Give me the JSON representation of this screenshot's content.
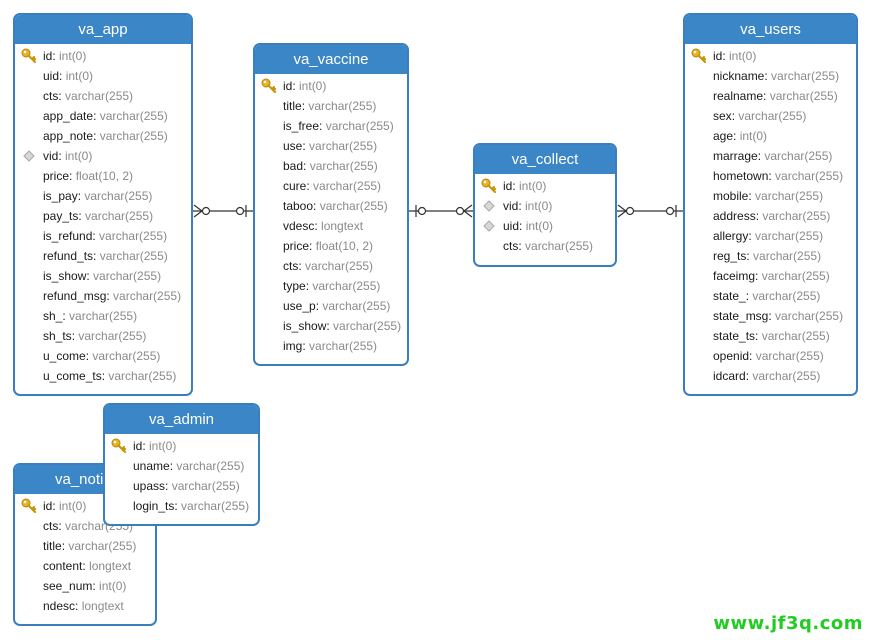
{
  "tables": [
    {
      "key": "va_app",
      "name": "va_app",
      "fields": [
        {
          "name": "id",
          "type": "int(0)",
          "marker": "key"
        },
        {
          "name": "uid",
          "type": "int(0)",
          "marker": ""
        },
        {
          "name": "cts",
          "type": "varchar(255)",
          "marker": ""
        },
        {
          "name": "app_date",
          "type": "varchar(255)",
          "marker": ""
        },
        {
          "name": "app_note",
          "type": "varchar(255)",
          "marker": ""
        },
        {
          "name": "vid",
          "type": "int(0)",
          "marker": "diamond"
        },
        {
          "name": "price",
          "type": "float(10, 2)",
          "marker": ""
        },
        {
          "name": "is_pay",
          "type": "varchar(255)",
          "marker": ""
        },
        {
          "name": "pay_ts",
          "type": "varchar(255)",
          "marker": ""
        },
        {
          "name": "is_refund",
          "type": "varchar(255)",
          "marker": ""
        },
        {
          "name": "refund_ts",
          "type": "varchar(255)",
          "marker": ""
        },
        {
          "name": "is_show",
          "type": "varchar(255)",
          "marker": ""
        },
        {
          "name": "refund_msg",
          "type": "varchar(255)",
          "marker": ""
        },
        {
          "name": "sh_",
          "type": "varchar(255)",
          "marker": ""
        },
        {
          "name": "sh_ts",
          "type": "varchar(255)",
          "marker": ""
        },
        {
          "name": "u_come",
          "type": "varchar(255)",
          "marker": ""
        },
        {
          "name": "u_come_ts",
          "type": "varchar(255)",
          "marker": ""
        }
      ]
    },
    {
      "key": "va_vaccine",
      "name": "va_vaccine",
      "fields": [
        {
          "name": "id",
          "type": "int(0)",
          "marker": "key"
        },
        {
          "name": "title",
          "type": "varchar(255)",
          "marker": ""
        },
        {
          "name": "is_free",
          "type": "varchar(255)",
          "marker": ""
        },
        {
          "name": "use",
          "type": "varchar(255)",
          "marker": ""
        },
        {
          "name": "bad",
          "type": "varchar(255)",
          "marker": ""
        },
        {
          "name": "cure",
          "type": "varchar(255)",
          "marker": ""
        },
        {
          "name": "taboo",
          "type": "varchar(255)",
          "marker": ""
        },
        {
          "name": "vdesc",
          "type": "longtext",
          "marker": ""
        },
        {
          "name": "price",
          "type": "float(10, 2)",
          "marker": ""
        },
        {
          "name": "cts",
          "type": "varchar(255)",
          "marker": ""
        },
        {
          "name": "type",
          "type": "varchar(255)",
          "marker": ""
        },
        {
          "name": "use_p",
          "type": "varchar(255)",
          "marker": ""
        },
        {
          "name": "is_show",
          "type": "varchar(255)",
          "marker": ""
        },
        {
          "name": "img",
          "type": "varchar(255)",
          "marker": ""
        }
      ]
    },
    {
      "key": "va_collect",
      "name": "va_collect",
      "fields": [
        {
          "name": "id",
          "type": "int(0)",
          "marker": "key"
        },
        {
          "name": "vid",
          "type": "int(0)",
          "marker": "diamond"
        },
        {
          "name": "uid",
          "type": "int(0)",
          "marker": "diamond"
        },
        {
          "name": "cts",
          "type": "varchar(255)",
          "marker": ""
        }
      ]
    },
    {
      "key": "va_users",
      "name": "va_users",
      "fields": [
        {
          "name": "id",
          "type": "int(0)",
          "marker": "key"
        },
        {
          "name": "nickname",
          "type": "varchar(255)",
          "marker": ""
        },
        {
          "name": "realname",
          "type": "varchar(255)",
          "marker": ""
        },
        {
          "name": "sex",
          "type": "varchar(255)",
          "marker": ""
        },
        {
          "name": "age",
          "type": "int(0)",
          "marker": ""
        },
        {
          "name": "marrage",
          "type": "varchar(255)",
          "marker": ""
        },
        {
          "name": "hometown",
          "type": "varchar(255)",
          "marker": ""
        },
        {
          "name": "mobile",
          "type": "varchar(255)",
          "marker": ""
        },
        {
          "name": "address",
          "type": "varchar(255)",
          "marker": ""
        },
        {
          "name": "allergy",
          "type": "varchar(255)",
          "marker": ""
        },
        {
          "name": "reg_ts",
          "type": "varchar(255)",
          "marker": ""
        },
        {
          "name": "faceimg",
          "type": "varchar(255)",
          "marker": ""
        },
        {
          "name": "state_",
          "type": "varchar(255)",
          "marker": ""
        },
        {
          "name": "state_msg",
          "type": "varchar(255)",
          "marker": ""
        },
        {
          "name": "state_ts",
          "type": "varchar(255)",
          "marker": ""
        },
        {
          "name": "openid",
          "type": "varchar(255)",
          "marker": ""
        },
        {
          "name": "idcard",
          "type": "varchar(255)",
          "marker": ""
        }
      ]
    },
    {
      "key": "va_notice",
      "name": "va_noti",
      "fields": [
        {
          "name": "id",
          "type": "int(0)",
          "marker": "key"
        },
        {
          "name": "cts",
          "type": "varchar(255)",
          "marker": ""
        },
        {
          "name": "title",
          "type": "varchar(255)",
          "marker": ""
        },
        {
          "name": "content",
          "type": "longtext",
          "marker": ""
        },
        {
          "name": "see_num",
          "type": "int(0)",
          "marker": ""
        },
        {
          "name": "ndesc",
          "type": "longtext",
          "marker": ""
        }
      ]
    },
    {
      "key": "va_admin",
      "name": "va_admin",
      "fields": [
        {
          "name": "id",
          "type": "int(0)",
          "marker": "key"
        },
        {
          "name": "uname",
          "type": "varchar(255)",
          "marker": ""
        },
        {
          "name": "upass",
          "type": "varchar(255)",
          "marker": ""
        },
        {
          "name": "login_ts",
          "type": "varchar(255)",
          "marker": ""
        }
      ]
    }
  ],
  "relations": [
    {
      "from": "va_app",
      "to": "va_vaccine",
      "from_end": "many",
      "to_end": "one"
    },
    {
      "from": "va_vaccine",
      "to": "va_collect",
      "from_end": "one",
      "to_end": "many"
    },
    {
      "from": "va_collect",
      "to": "va_users",
      "from_end": "many",
      "to_end": "one"
    }
  ],
  "watermark": "www.jf3q.com",
  "colors": {
    "header": "#3a86c6",
    "border": "#3a7ebf",
    "key": "#e8b320",
    "diamond": "#a8a8a8",
    "watermark": "#22cc22",
    "line": "#333333"
  }
}
